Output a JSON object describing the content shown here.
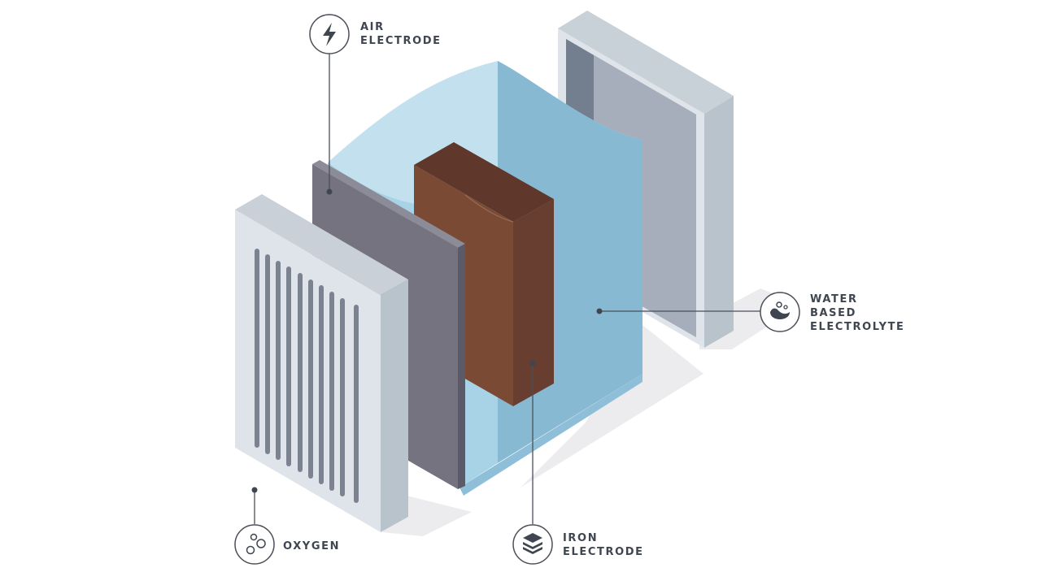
{
  "labels": {
    "air_electrode": {
      "line1": "AIR",
      "line2": "ELECTRODE",
      "icon": "lightning-bolt-icon"
    },
    "water_electrolyte": {
      "line1": "WATER",
      "line2": "BASED",
      "line3": "ELECTROLYTE",
      "icon": "water-drop-icon"
    },
    "iron_electrode": {
      "line1": "IRON",
      "line2": "ELECTRODE",
      "icon": "layers-stack-icon"
    },
    "oxygen": {
      "line1": "OXYGEN",
      "icon": "bubbles-icon"
    }
  },
  "colors": {
    "frame_face": "#dfe3ea",
    "frame_side": "#b9c3cc",
    "vent_slot": "#7b8390",
    "air_electrode_face": "#74737f",
    "air_electrode_edge": "#5b5a68",
    "electrolyte_front": "#9fcbe0",
    "electrolyte_side": "#7fb1cc",
    "iron_face": "#7b4a34",
    "iron_side": "#673e2f",
    "iron_top": "#5f382b",
    "shadow": "#ececee",
    "label_text": "#3f4650"
  }
}
